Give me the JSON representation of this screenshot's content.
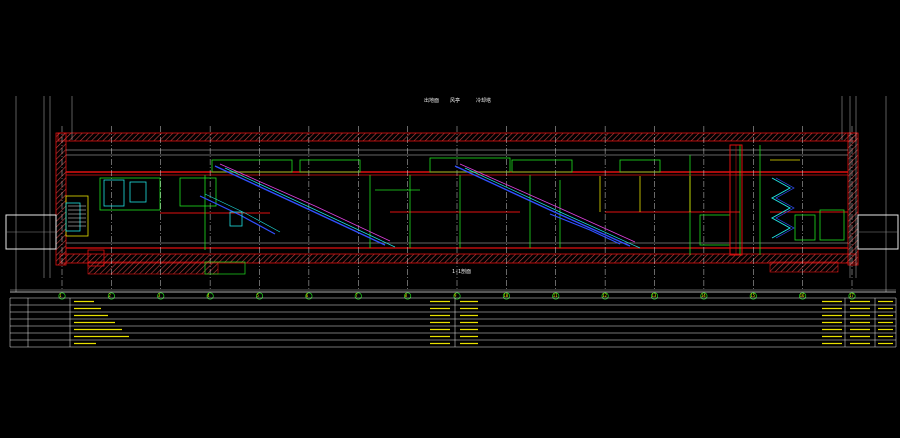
{
  "drawing": {
    "section_label": "1-1剖面",
    "top_note_left": "出地面",
    "top_note_mid": "风亭",
    "top_note_right": "冷却塔"
  },
  "axis_labels": [
    "1",
    "2",
    "3",
    "4",
    "5",
    "6",
    "7",
    "8",
    "9",
    "10",
    "11",
    "12",
    "13",
    "14",
    "15",
    "16",
    "17"
  ],
  "colors": {
    "background": "#000000",
    "wall_red": "#e01010",
    "hatch": "#c04040",
    "line_white": "#e8e8e8",
    "line_green": "#20e020",
    "line_yellow": "#e8e000",
    "line_cyan": "#20e0e0",
    "line_blue": "#3050ff",
    "line_magenta": "#e040e0"
  }
}
